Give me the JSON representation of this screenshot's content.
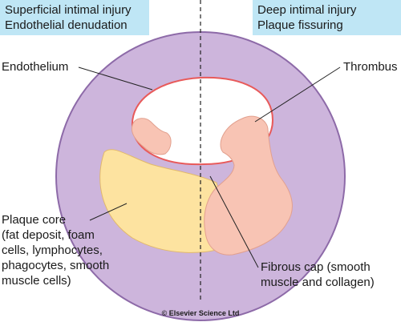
{
  "header": {
    "left": [
      "Superficial intimal injury",
      "Endothelial denudation"
    ],
    "right": [
      "Deep intimal injury",
      "Plaque fissuring"
    ]
  },
  "labels": {
    "endothelium": "Endothelium",
    "thrombus": "Thrombus",
    "plaque_core": [
      "Plaque core",
      "(fat deposit, foam",
      "cells, lymphocytes,",
      "phagocytes, smooth",
      "muscle cells)"
    ],
    "fibrous_cap": [
      "Fibrous cap (smooth",
      "muscle and collagen)"
    ]
  },
  "credit": "© Elsevier Science Ltd",
  "colors": {
    "header_bg": "#bfe6f5",
    "vessel_wall": "#cdb5dc",
    "vessel_outline": "#8d6aa8",
    "endothelium": "#e85a5a",
    "plaque_core": "#fde3a0",
    "thrombus": "#f8c4b4"
  }
}
